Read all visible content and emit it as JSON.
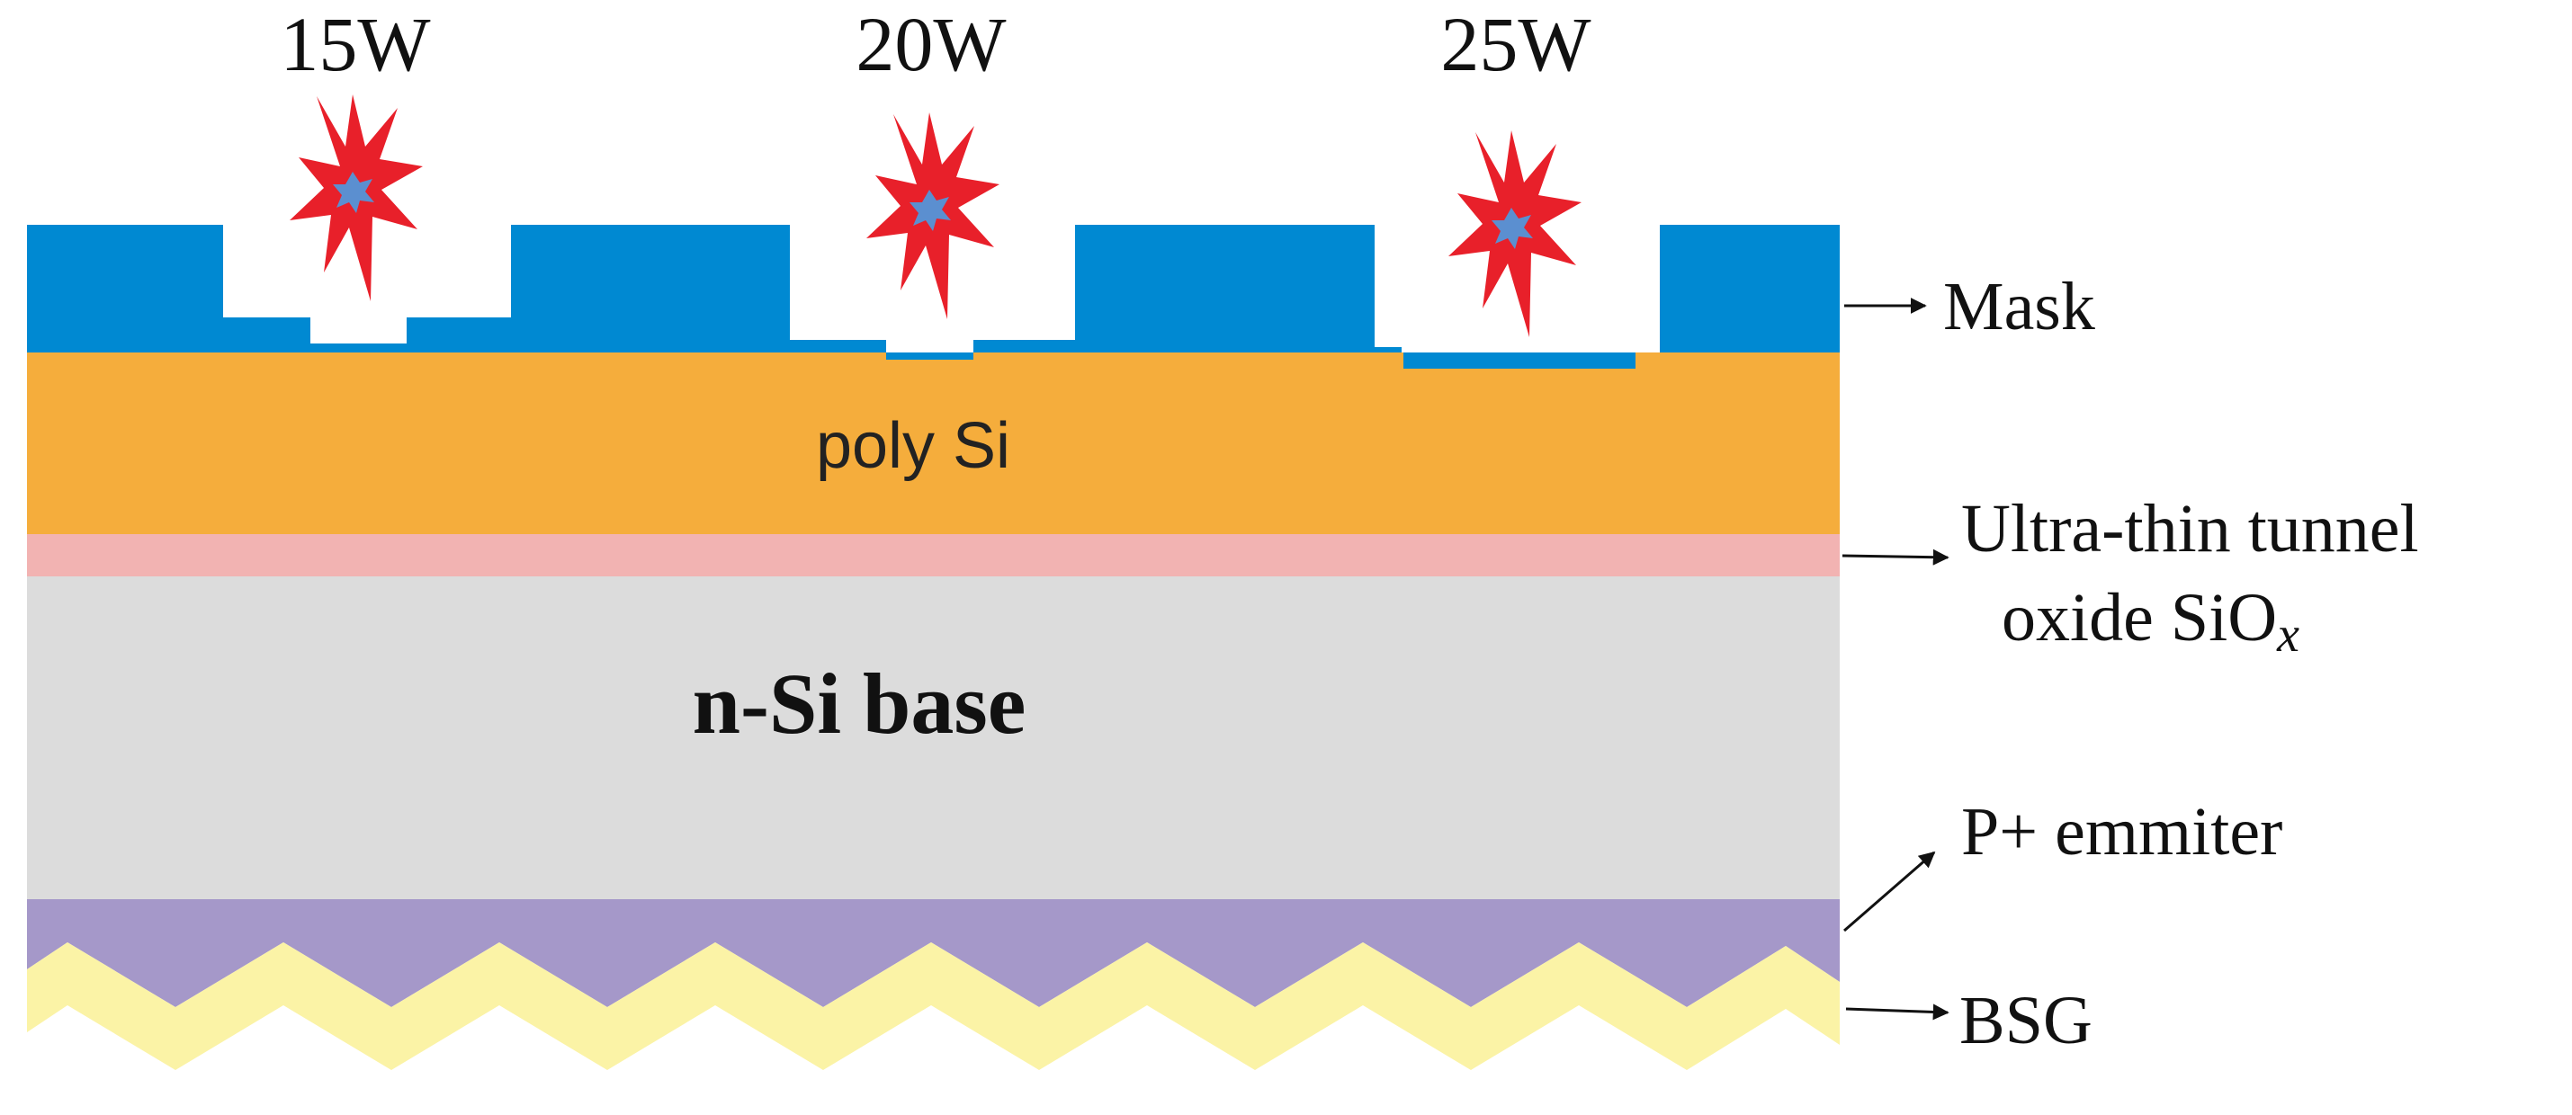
{
  "power_labels": [
    "15W",
    "20W",
    "25W"
  ],
  "layers": {
    "mask": "Mask",
    "poly_si": "poly Si",
    "tunnel_oxide_line1": "Ultra-thin tunnel",
    "tunnel_oxide_line2_main": "oxide SiO",
    "tunnel_oxide_line2_sub": "x",
    "base": "n-Si base",
    "emitter": "P+ emmiter",
    "bsg": "BSG"
  },
  "colors": {
    "mask": "#0089D2",
    "poly_si": "#F5AD3C",
    "tunnel_oxide": "#F2B3B2",
    "base": "#DCDCDC",
    "emitter": "#A598C9",
    "bsg": "#FBF3A6",
    "laser_outer": "#E8202A",
    "laser_inner": "#5B8FD0"
  },
  "icons": {
    "laser": "laser-burst-icon",
    "arrow": "arrow-right-icon"
  }
}
